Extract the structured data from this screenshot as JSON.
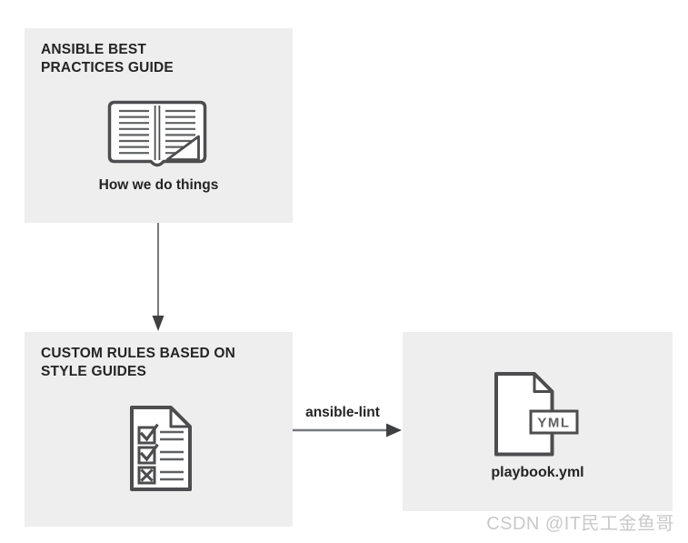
{
  "colors": {
    "page_bg": "#ffffff",
    "panel_bg": "#eeeeee",
    "icon_stroke": "#4d4d4f",
    "icon_line": "#5f6062",
    "arrow_line": "#77787b",
    "arrow_head": "#3f4042",
    "text": "#242424",
    "watermark": "#c9c9c9"
  },
  "panels": {
    "best_practices": {
      "title_lines": [
        "ANSIBLE BEST",
        "PRACTICES GUIDE"
      ],
      "icon": "open-book-icon",
      "caption": "How we do things"
    },
    "custom_rules": {
      "title_lines": [
        "CUSTOM RULES BASED ON",
        "STYLE GUIDES"
      ],
      "icon": "checklist-document-icon"
    },
    "playbook": {
      "icon": "yml-file-icon",
      "badge_label": "YML",
      "caption": "playbook.yml"
    }
  },
  "arrows": {
    "down": {
      "label": ""
    },
    "right": {
      "label": "ansible-lint"
    }
  },
  "watermark": "CSDN @IT民工金鱼哥"
}
